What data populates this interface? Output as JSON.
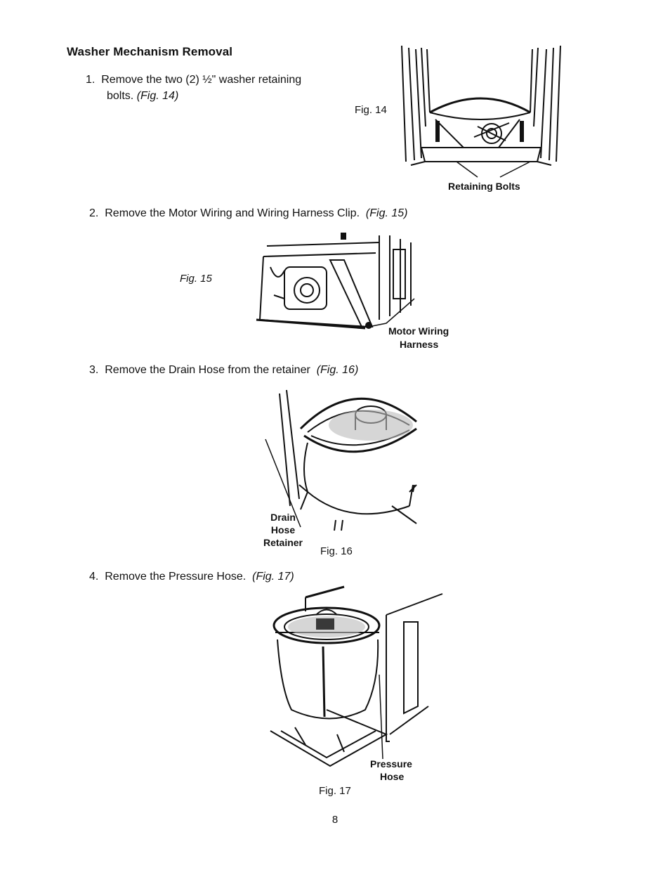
{
  "section": {
    "title": "Washer Mechanism Removal"
  },
  "steps": [
    {
      "number": "1.",
      "text_line1": "Remove the two (2) ½\" washer retaining",
      "text_line2": "bolts.",
      "ref": "(Fig. 14)"
    },
    {
      "number": "2.",
      "text": "Remove the Motor Wiring and Wiring Harness Clip.",
      "ref": "(Fig. 15)"
    },
    {
      "number": "3.",
      "text": "Remove the Drain Hose from the retainer",
      "ref": "(Fig. 16)"
    },
    {
      "number": "4.",
      "text": "Remove the Pressure Hose.",
      "ref": "(Fig. 17)"
    }
  ],
  "figures": {
    "fig14": {
      "caption": "Fig. 14",
      "label": "Retaining Bolts"
    },
    "fig15": {
      "caption": "Fig. 15",
      "label_line1": "Motor Wiring",
      "label_line2": "Harness"
    },
    "fig16": {
      "caption": "Fig. 16",
      "label_line1": "Drain",
      "label_line2": "Hose",
      "label_line3": "Retainer"
    },
    "fig17": {
      "caption": "Fig. 17",
      "label_line1": "Pressure",
      "label_line2": "Hose"
    }
  },
  "page_number": "8"
}
